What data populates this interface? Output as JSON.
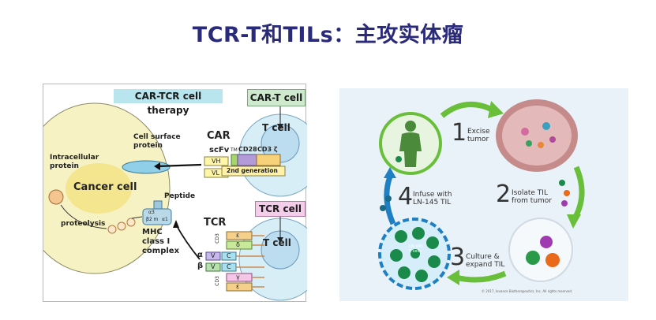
{
  "title": "TCR-T和TILs：主攻实体瘤",
  "left_diagram": {
    "car_tcr_label": "CAR-TCR cell therapy",
    "car_t_label": "CAR-T cell",
    "tcr_cell_label": "TCR cell",
    "t_cell_top": "T cell",
    "t_cell_bottom": "T cell",
    "cancer_cell": "Cancer cell",
    "intracellular_protein": "Intracellular\nprotein",
    "cell_surface_protein": "Cell surface\nprotein",
    "proteolysis": "proteolysis",
    "peptide": "Peptide",
    "mhc": "MHC\nclass I\ncomplex",
    "car": "CAR",
    "scfv": "scFv",
    "vh": "VH",
    "vl": "VL",
    "tm": "TM",
    "cd28": "CD28",
    "cd3z": "CD3 ζ",
    "second_gen": "2nd generation",
    "tcr": "TCR",
    "alpha": "α",
    "beta": "β",
    "v": "V",
    "c": "C",
    "eps": "ε",
    "delta": "δ",
    "gamma": "γ",
    "cd3": "CD3",
    "a3": "α3",
    "b2m": "β2 m",
    "a1": "α1"
  },
  "right_diagram": {
    "steps": [
      {
        "num": "1",
        "text": "Excise\ntumor"
      },
      {
        "num": "2",
        "text": "Isolate TIL\nfrom tumor"
      },
      {
        "num": "3",
        "text": "Culture &\nexpand TIL"
      },
      {
        "num": "4",
        "text": "Infuse with\nLN-145 TIL"
      }
    ],
    "ln145_label": "LN-145\nT cells",
    "copyright": "© 2017, Iovance Biotherapeutics, Inc. All rights reserved.",
    "colors": {
      "arrow_green": "#6abf3a",
      "arrow_blue": "#1e7fc3",
      "bg": "#e9f2f9"
    }
  }
}
